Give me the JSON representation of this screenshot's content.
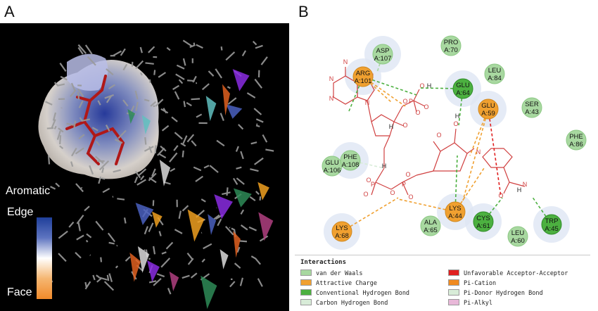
{
  "panels": {
    "a_label": "A",
    "b_label": "B"
  },
  "panel_a": {
    "colorbar_title": "Aromatic",
    "top_label": "Edge",
    "bottom_label": "Face",
    "colors": {
      "edge": "#1f3f9a",
      "middle": "#ffffff",
      "face": "#f08a2a"
    }
  },
  "residues": [
    {
      "id": "ASP",
      "num": "A:107",
      "kind": "vdw"
    },
    {
      "id": "PRO",
      "num": "A:70",
      "kind": "vdw"
    },
    {
      "id": "ARG",
      "num": "A:101",
      "kind": "attractive"
    },
    {
      "id": "LEU",
      "num": "A:84",
      "kind": "vdw"
    },
    {
      "id": "GLU",
      "num": "A:64",
      "kind": "hbond"
    },
    {
      "id": "GLU",
      "num": "A:59",
      "kind": "attractive"
    },
    {
      "id": "SER",
      "num": "A:43",
      "kind": "vdw"
    },
    {
      "id": "PHE",
      "num": "A:86",
      "kind": "vdw"
    },
    {
      "id": "GLU",
      "num": "A:106",
      "kind": "vdw"
    },
    {
      "id": "PHE",
      "num": "A:108",
      "kind": "vdw"
    },
    {
      "id": "LYS",
      "num": "A:44",
      "kind": "attractive"
    },
    {
      "id": "LYS",
      "num": "A:68",
      "kind": "attractive"
    },
    {
      "id": "ALA",
      "num": "A:65",
      "kind": "vdw"
    },
    {
      "id": "CYS",
      "num": "A:61",
      "kind": "hbond"
    },
    {
      "id": "LEU",
      "num": "A:60",
      "kind": "vdw"
    },
    {
      "id": "TRP",
      "num": "A:45",
      "kind": "hbond"
    }
  ],
  "atom_labels": {
    "N": "N",
    "O": "O",
    "H": "H",
    "P": "P"
  },
  "legend": {
    "title": "Interactions",
    "items": [
      {
        "label": "van der Waals",
        "color": "#a8d8a0"
      },
      {
        "label": "Attractive Charge",
        "color": "#f0a030"
      },
      {
        "label": "Conventional Hydrogen Bond",
        "color": "#4cb040"
      },
      {
        "label": "Carbon Hydrogen Bond",
        "color": "#d8ecd8"
      },
      {
        "label": "Unfavorable Acceptor-Acceptor",
        "color": "#e02020"
      },
      {
        "label": "Pi-Cation",
        "color": "#f08a20"
      },
      {
        "label": "Pi-Donor Hydrogen Bond",
        "color": "#d8ecd8"
      },
      {
        "label": "Pi-Alkyl",
        "color": "#e8b8d8"
      }
    ]
  }
}
